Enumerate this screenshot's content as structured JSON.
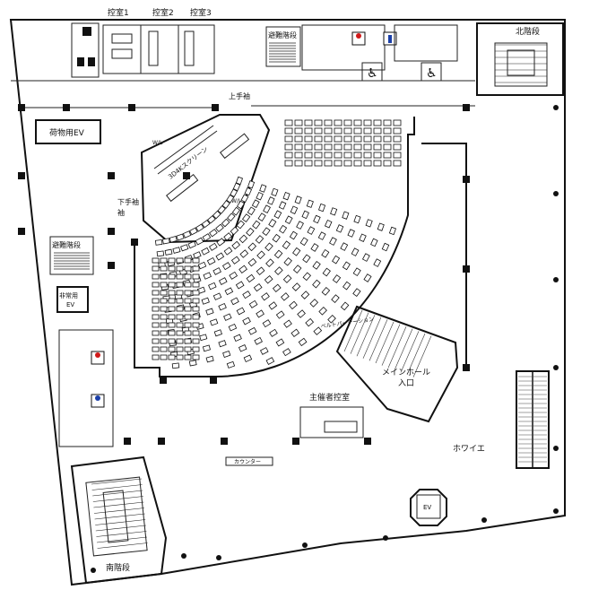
{
  "labels": {
    "control_room_1": "控室1",
    "control_room_2": "控室2",
    "control_room_3": "控室3",
    "evac_stairs": "避難階段",
    "north_stairs": "北階段",
    "stage_right": "上手袖",
    "freight_ev": "荷物用EV",
    "stage_left": "下手袖",
    "evac_stairs_2": "避難階段",
    "freight_ev_2": "非常用\nEV",
    "stage": "3D4Kスクリーン",
    "screen_small": "W/L",
    "belt_partition": "ベルトパーテーション",
    "main_hall_entrance": "メインホール\n入口",
    "organizer_room": "主催者控室",
    "foyer": "ホワイエ",
    "counter": "カウンター",
    "ev": "EV",
    "south_stairs": "南階段"
  },
  "colors": {
    "ladies_icon": "#d11a1a",
    "mens_icon": "#1a3fa8",
    "info_icon": "#1a3fa8"
  },
  "icons": {
    "wheelchair": "wheelchair-icon",
    "ladies": "female-toilet-icon",
    "mens": "male-toilet-icon",
    "info": "info-icon"
  }
}
